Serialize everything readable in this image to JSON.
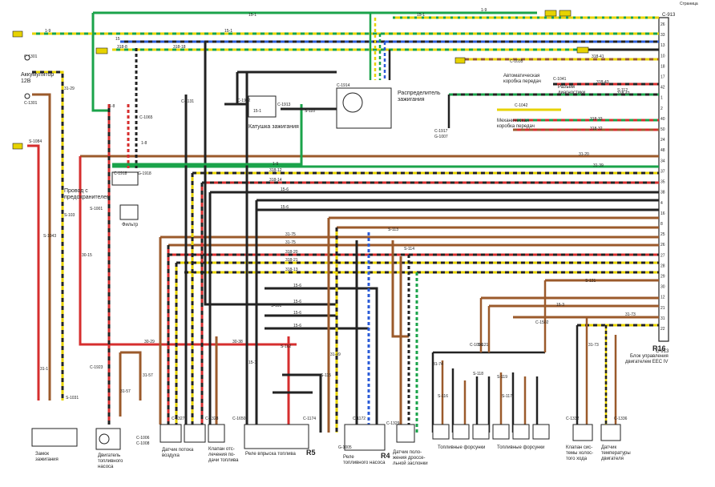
{
  "page": {
    "corner_label": "Страница"
  },
  "ecu": {
    "name": "R16",
    "title_line1": "Блок управления",
    "title_line2": "двигателем EEC IV",
    "top_connector": "C-913",
    "bottom_connector": "C-913",
    "pins": [
      "26",
      "33",
      "13",
      "10",
      "18",
      "17",
      "42",
      "1",
      "2",
      "40",
      "50",
      "24",
      "48",
      "34",
      "37",
      "35",
      "38",
      "4",
      "16",
      "8",
      "25",
      "26",
      "27",
      "28",
      "29",
      "30",
      "12",
      "21",
      "31",
      "22"
    ]
  },
  "labels": {
    "battery_label": "Аккумулятор",
    "battery_voltage": "12В",
    "coil": "Катушка зажигания",
    "distributor_line1": "Распределитель",
    "distributor_line2": "зажигания",
    "auto_gearbox_line1": "Автоматическая",
    "auto_gearbox_line2": "коробка передач",
    "diag_line1": "Разъём",
    "diag_line2": "диагностики",
    "manual_gearbox_line1": "Механическая",
    "manual_gearbox_line2": "коробка передач",
    "fuse_label_line1": "Провод с",
    "fuse_label_line2": "предохранителем",
    "filter": "Фильтр",
    "ignition_switch_line1": "Замок",
    "ignition_switch_line2": "зажигания",
    "fuel_pump_line1": "Двигатель",
    "fuel_pump_line2": "топливного",
    "fuel_pump_line3": "насоса",
    "air_temp_line1": "Датчик потока",
    "air_temp_line2": "воздуха",
    "cutoff_line1": "Клапан отс-",
    "cutoff_line2": "лечения по-",
    "cutoff_line3": "дачи топлива",
    "r5_label": "Реле впрыска топлива",
    "r5_code": "R5",
    "r4_line1": "Реле",
    "r4_line2": "топливного насоса",
    "r4_code": "R4",
    "throttle_line1": "Датчик поло-",
    "throttle_line2": "жения дроссе-",
    "throttle_line3": "льной заслонки",
    "injectors_1": "Топливные форсунки",
    "injectors_2": "Топливные форсунки",
    "idle_valve_line1": "Клапан сис-",
    "idle_valve_line2": "темы холос-",
    "idle_valve_line3": "того хода",
    "coolant_line1": "Датчик",
    "coolant_line2": "температуры",
    "coolant_line3": "двигателя"
  },
  "connectors": {
    "c1301a": "C-1301",
    "c1301b": "C-1301",
    "s1084": "S-1084",
    "c1131": "C-1131",
    "c1065": "C-1065",
    "c1912": "C-1912",
    "c1913": "C-1913",
    "c1914": "C-1914",
    "s110": "S-110",
    "c1918": "C-1918",
    "g1918": "G-1918",
    "c1917": "C-1917",
    "g1007": "G-1007",
    "s1001": "S-1001",
    "s103": "S-103",
    "s1043": "S-1043",
    "c1041": "C-1041",
    "s112": "S-112",
    "c1042": "C-1042",
    "c1035": "C-1035",
    "s131": "S-131",
    "s113": "S-113",
    "s114": "S-114",
    "s101": "S-101",
    "s102": "S-102",
    "s115": "S-115",
    "s116": "S-116",
    "s117": "S-117",
    "s118": "S-118",
    "s119": "S-119",
    "s121": "S-121",
    "c1502": "C-1502",
    "c1036": "C-1036",
    "c1174": "C-1174",
    "c1172": "C-1172",
    "c1327": "C-1327",
    "c1328": "C-1328",
    "c1329": "C-1329",
    "c1650": "C-1650",
    "c1923": "C-1923",
    "s1031": "S-1031",
    "c1006": "C-1006",
    "c1008": "C-1008",
    "c1332": "C-1332",
    "c1336": "C-1336",
    "g1005": "G-1005"
  },
  "wire_codes": {
    "w1": "1-9",
    "w2": "15-1",
    "w3": "1-9",
    "w4": "15-1",
    "w5": "15",
    "w6": "318-8",
    "w7": "318-18",
    "w8": "31-29",
    "w9": "15-1",
    "w10": "1-8",
    "w11": "15-1",
    "w12": "31-57",
    "w13": "1-8",
    "w14": "1-9",
    "w15": "318-12",
    "w16": "318-14",
    "w17": "15-6",
    "w18": "15-6",
    "w19": "31-75",
    "w20": "31-75",
    "w21": "318-20",
    "w22": "318-21",
    "w23": "318-13",
    "w24": "15-6",
    "w25": "15-6",
    "w26": "15-6",
    "w27": "15-6",
    "w28": "30-15",
    "w29": "30-29",
    "w30": "31-1",
    "w31": "15-1",
    "w32": "31-57",
    "w33": "31-49",
    "w34": "31-73",
    "w35": "31-74",
    "w36": "15-3",
    "w37": "31-73",
    "w38": "318-43",
    "w39": "318-42",
    "w40": "318-33",
    "w41": "318-32",
    "w42": "318-41",
    "w43": "30-38",
    "w44": "31-20",
    "w45": "31-39"
  }
}
